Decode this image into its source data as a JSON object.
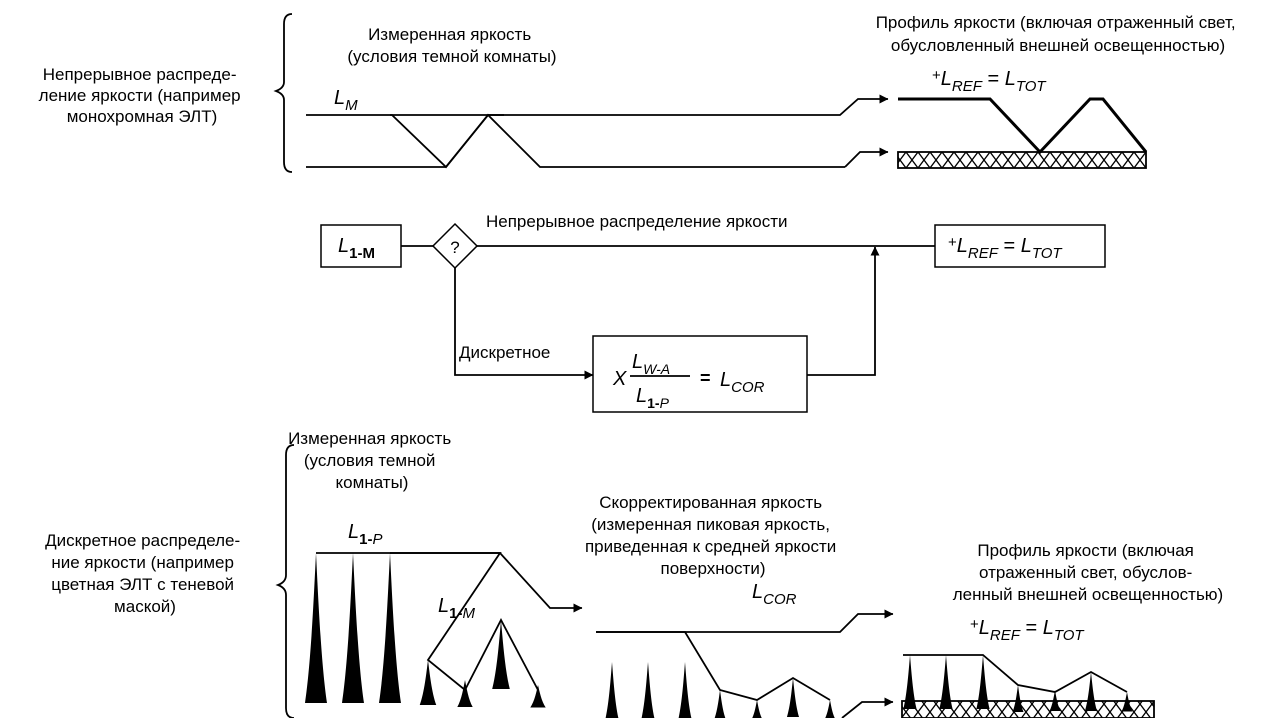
{
  "top": {
    "side_label": [
      "Непрерывное распреде-",
      "ление яркости (например",
      "монохромная ЭЛТ)"
    ],
    "measured": [
      "Измеренная яркость",
      "(условия темной комнаты)"
    ],
    "lm": {
      "base": "L",
      "sub": "M"
    },
    "profile": [
      "Профиль яркости (включая отраженный свет,",
      "обусловленный внешней освещенностью)"
    ],
    "eq": {
      "plus": "+",
      "l1": "L",
      "sub1": "REF",
      "eq": " = ",
      "l2": "L",
      "sub2": "TOT"
    }
  },
  "flow": {
    "start": {
      "base": "L",
      "sub": "1-M"
    },
    "question": "?",
    "continuous": "Непрерывное распределение яркости",
    "discrete": "Дискретное",
    "result": {
      "plus": "+",
      "l1": "L",
      "sub1": "REF",
      "eq": " = ",
      "l2": "L",
      "sub2": "TOT"
    },
    "formula": {
      "x": "X",
      "num_base": "L",
      "num_sub": "W-A",
      "den_base": "L",
      "den_sub1": "1-",
      "den_sub2": "P",
      "eq": "=",
      "res_base": "L",
      "res_sub": "COR"
    }
  },
  "bottom": {
    "side_label": [
      "Дискретное распределе-",
      "ние яркости (например",
      "цветная ЭЛТ с теневой",
      "маской)"
    ],
    "measured": [
      "Измеренная яркость",
      "(условия темной",
      "комнаты)"
    ],
    "l1p": {
      "base": "L",
      "sub1": "1-",
      "sub2": "P"
    },
    "l1m": {
      "base": "L",
      "sub1": "1-",
      "sub2": "M"
    },
    "corrected": [
      "Скорректированная яркость",
      "(измеренная пиковая яркость,",
      "приведенная к средней яркости",
      "поверхности)"
    ],
    "lcor": {
      "base": "L",
      "sub": "COR"
    },
    "profile": [
      "Профиль яркости (включая",
      "отраженный свет, обуслов-",
      "ленный внешней освещенностью)"
    ],
    "eq": {
      "plus": "+",
      "l1": "L",
      "sub1": "REF",
      "eq": " = ",
      "l2": "L",
      "sub2": "TOT"
    }
  }
}
